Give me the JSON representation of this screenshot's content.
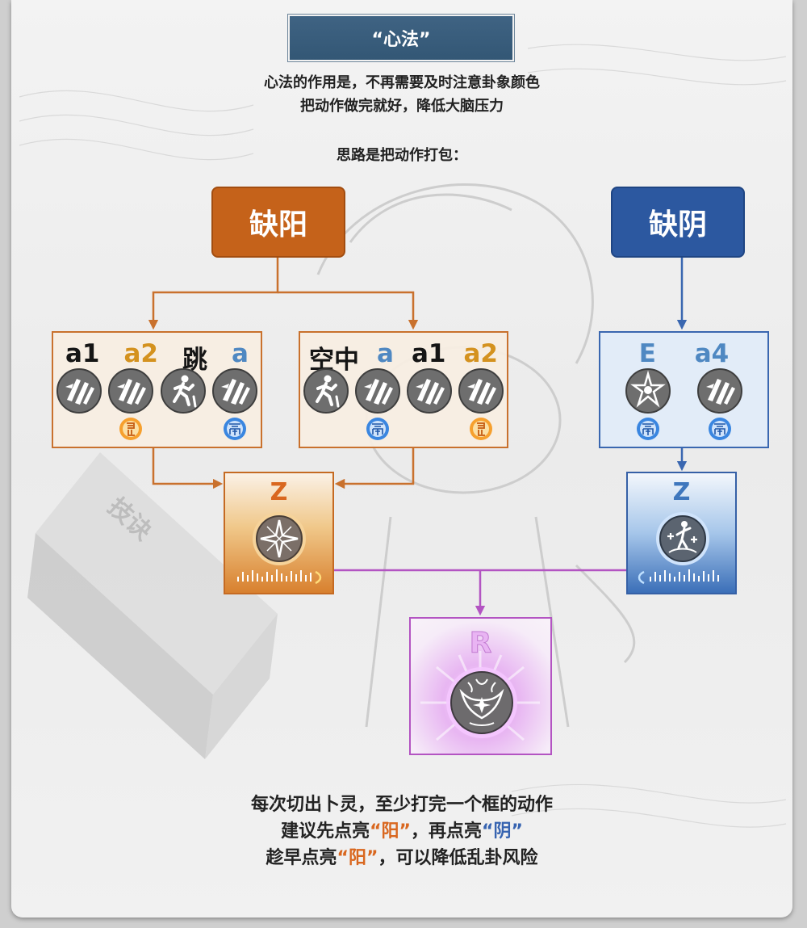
{
  "title": "“心法”",
  "intro": {
    "line1": "心法的作用是，不再需要及时注意卦象颜色",
    "line2": "把动作做完就好，降低大脑压力",
    "line3": "思路是把动作打包："
  },
  "watermark_text": "技诀",
  "top_boxes": {
    "yang": "缺阳",
    "yin": "缺阴"
  },
  "combos": {
    "left": {
      "labels": [
        {
          "text": "a1",
          "color": "black"
        },
        {
          "text": "a2",
          "color": "gold"
        },
        {
          "text": "跳",
          "color": "black"
        },
        {
          "text": "a",
          "color": "blue"
        }
      ],
      "icons": [
        "attack-icon",
        "attack-icon",
        "jump-icon",
        "attack-icon"
      ],
      "badges": [
        "",
        "yang-badge",
        "",
        "yin-badge"
      ]
    },
    "middle": {
      "labels": [
        {
          "text": "空中",
          "color": "black"
        },
        {
          "text": "a",
          "color": "blue"
        },
        {
          "text": "a1",
          "color": "black"
        },
        {
          "text": "a2",
          "color": "gold"
        }
      ],
      "icons": [
        "jump-icon",
        "attack-icon",
        "attack-icon",
        "attack-icon"
      ],
      "badges": [
        "",
        "yin-badge",
        "",
        "yang-badge"
      ]
    },
    "right": {
      "labels": [
        {
          "text": "E",
          "color": "blue"
        },
        {
          "text": "a4",
          "color": "blue"
        }
      ],
      "icons": [
        "elemental-skill-icon",
        "attack-icon"
      ],
      "badges": [
        "yin-badge",
        "yin-badge"
      ]
    }
  },
  "skills": {
    "yang_z": "Z",
    "yin_z": "Z",
    "burst": "R"
  },
  "colors": {
    "orange": "#c5621a",
    "blue": "#2c58a0",
    "purple": "#b354c2",
    "gold": "#d4921f",
    "light_blue": "#4f88c2"
  },
  "outro": {
    "line1": "每次切出卜灵，至少打完一个框的动作",
    "line2_pre": "建议先点亮",
    "line2_yang": "“阳”",
    "line2_mid": "，再点亮",
    "line2_yin": "“阴”",
    "line3_pre": "趁早点亮",
    "line3_yang": "“阳”",
    "line3_post": "，可以降低乱卦风险"
  }
}
